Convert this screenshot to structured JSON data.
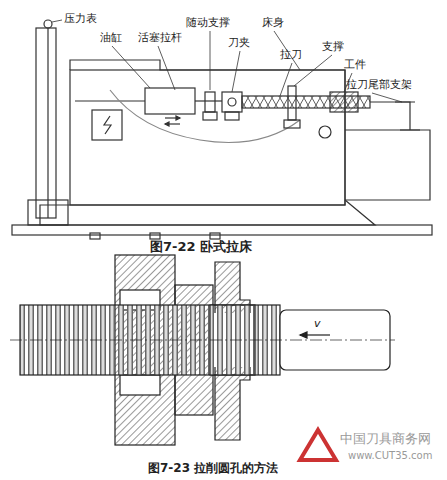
{
  "diagram": {
    "labels": [
      "压力表",
      "油缸",
      "活塞拉杆",
      "随动支撑",
      "床身",
      "刀夹",
      "拉刀",
      "支撑",
      "工件",
      "拉刀尾部支架",
      "图7-22 卧式拉床",
      "v",
      "图7-23 拉削圆孔的方法",
      "中国刀具商务网",
      "www.CUT35.com"
    ]
  }
}
